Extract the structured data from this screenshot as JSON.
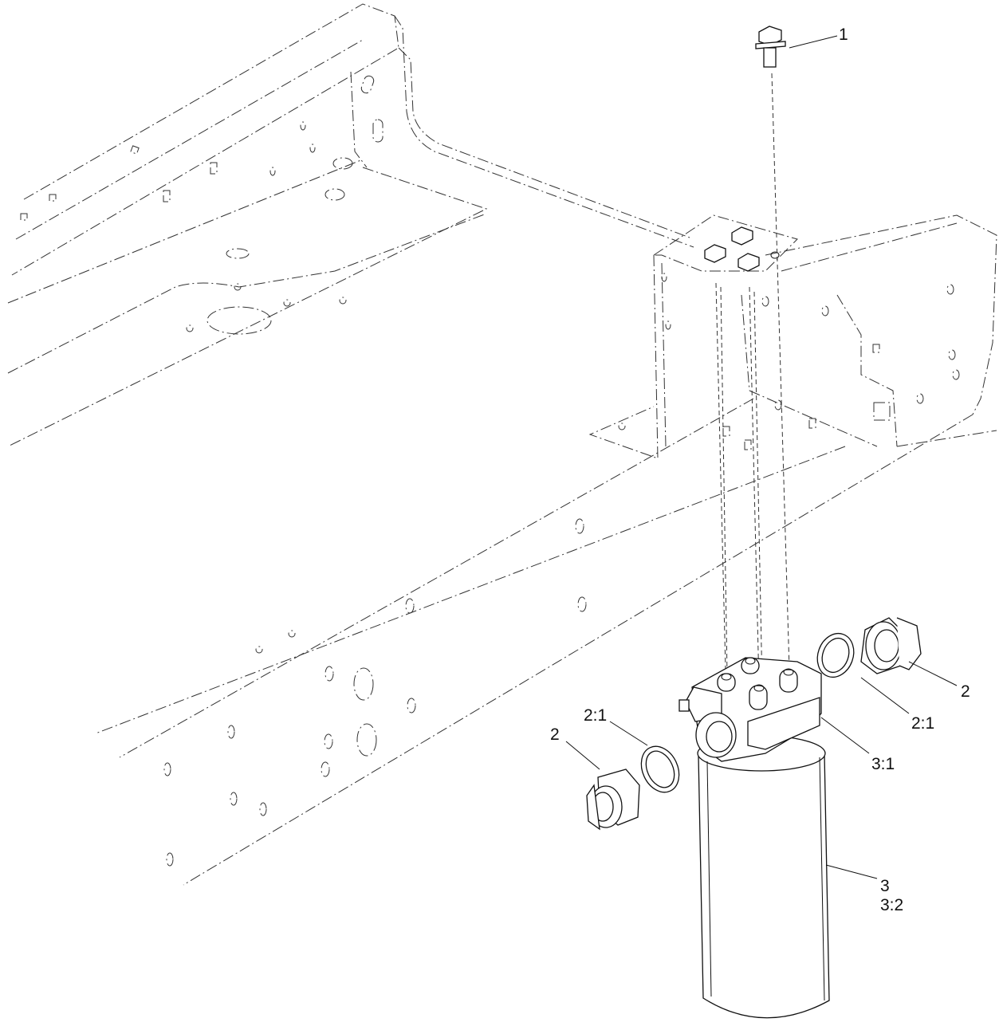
{
  "callouts": {
    "item_1": "1",
    "item_2_right": "2",
    "item_2_1_right": "2:1",
    "item_3_1": "3:1",
    "item_2_1_left": "2:1",
    "item_2_left": "2",
    "item_3": "3",
    "item_3_2": "3:2"
  }
}
